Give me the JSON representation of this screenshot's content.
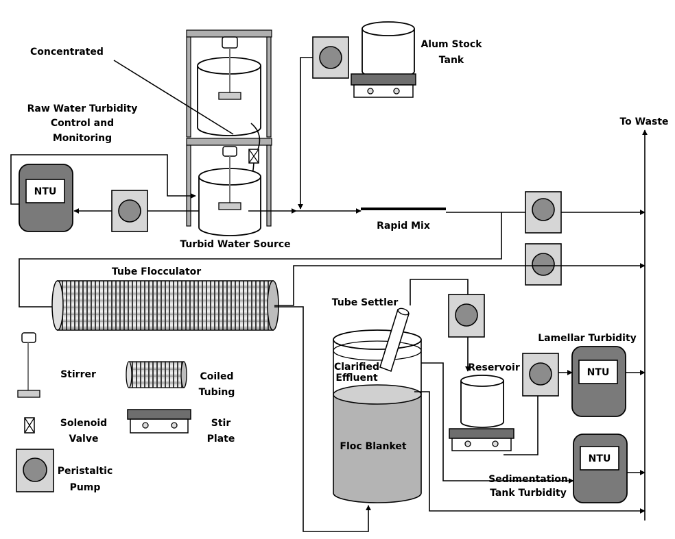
{
  "labels": {
    "concentrated": "Concentrated",
    "raw_water_1": "Raw Water Turbidity",
    "raw_water_2": "Control and",
    "raw_water_3": "Monitoring",
    "alum_1": "Alum Stock",
    "alum_2": "Tank",
    "to_waste": "To Waste",
    "turbid_water_source": "Turbid Water Source",
    "rapid_mix": "Rapid Mix",
    "tube_flocculator": "Tube Flocculator",
    "tube_settler": "Tube Settler",
    "clarified_1": "Clarified",
    "clarified_2": "Effluent",
    "floc_blanket": "Floc Blanket",
    "reservoir": "Reservoir",
    "lamellar_turbidity": "Lamellar Turbidity",
    "sedimentation_1": "Sedimentation",
    "sedimentation_2": "Tank Turbidity",
    "ntu": "NTU"
  },
  "legend": {
    "stirrer": "Stirrer",
    "coiled_1": "Coiled",
    "coiled_2": "Tubing",
    "solenoid_1": "Solenoid",
    "solenoid_2": "Valve",
    "stir_1": "Stir",
    "stir_2": "Plate",
    "peristaltic_1": "Peristaltic",
    "peristaltic_2": "Pump"
  },
  "colors": {
    "line": "#000000",
    "pump_body": "#d6d6d6",
    "pump_rotor": "#8c8c8c",
    "ntu_body": "#7a7a7a",
    "floc_blanket": "#b4b4b4",
    "coil_dark": "#4a4a4a"
  }
}
